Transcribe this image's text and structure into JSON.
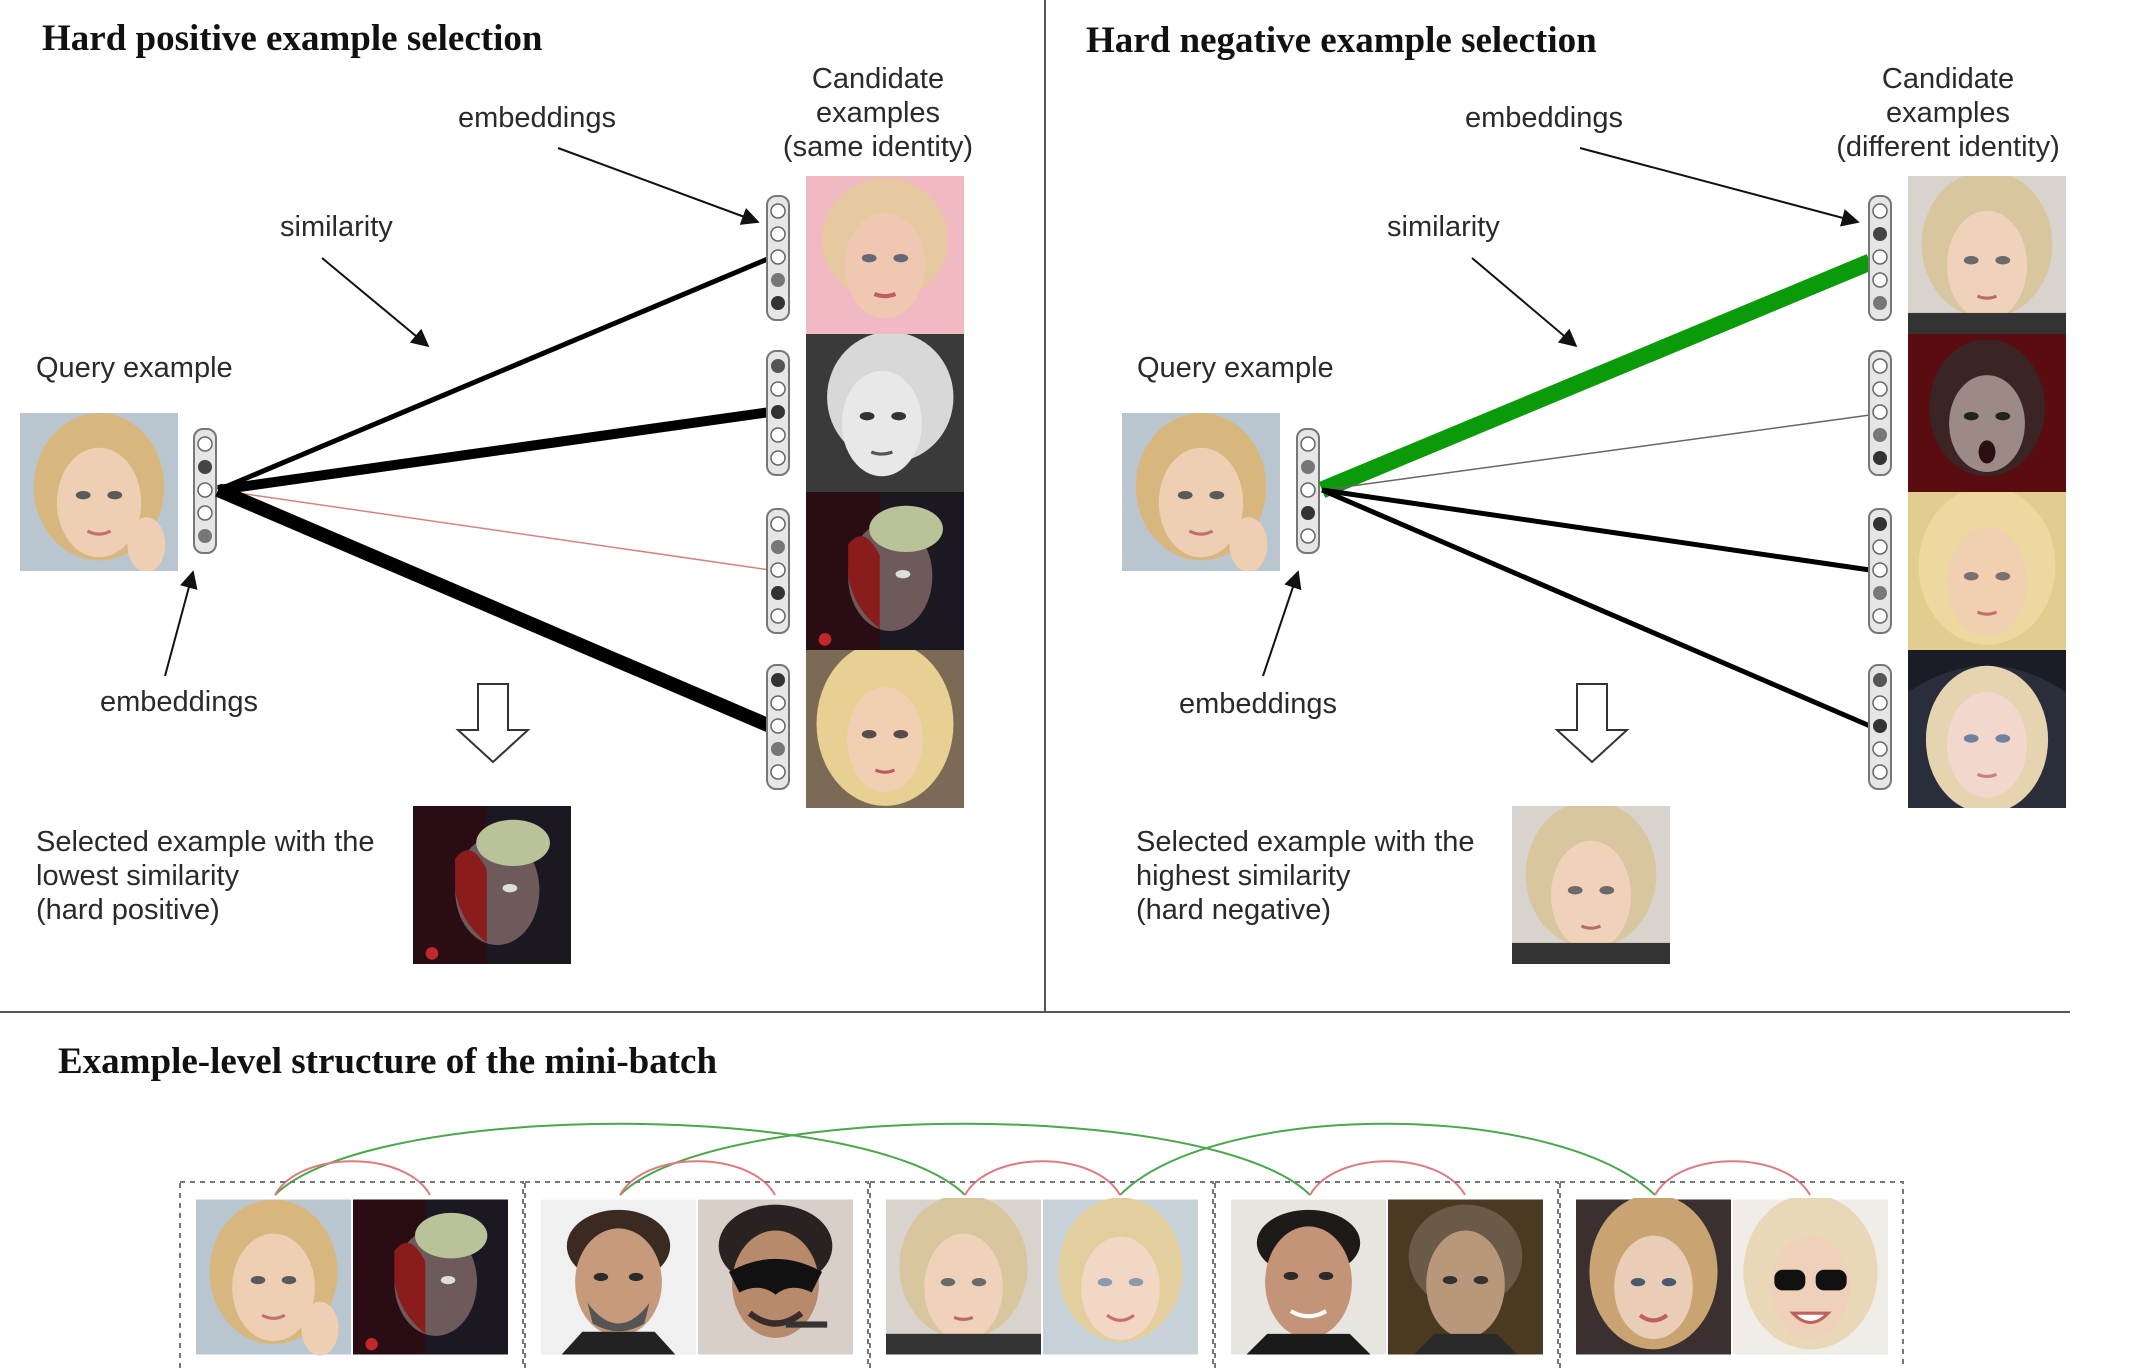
{
  "hard_positive": {
    "title": "Hard positive example selection",
    "candidate_label": [
      "Candidate",
      "examples",
      "(same identity)"
    ],
    "embeddings_top": "embeddings",
    "similarity": "similarity",
    "query_label": "Query example",
    "embeddings_bottom": "embeddings",
    "selected_label": [
      "Selected example with the",
      "lowest  similarity",
      "(hard positive)"
    ],
    "line_weights": [
      "medium",
      "thick",
      "thin",
      "very-thick"
    ],
    "highlight_color": "#d98080"
  },
  "hard_negative": {
    "title": "Hard negative example selection",
    "candidate_label": [
      "Candidate",
      "examples",
      "(different identity)"
    ],
    "embeddings_top": "embeddings",
    "similarity": "similarity",
    "query_label": "Query example",
    "embeddings_bottom": "embeddings",
    "selected_label": [
      "Selected example with the",
      "highest similarity",
      "(hard negative)"
    ],
    "line_weights": [
      "very-thick",
      "thin",
      "medium",
      "medium"
    ],
    "highlight_color": "#0a9a0a"
  },
  "mini_batch": {
    "title": "Example-level structure of the mini-batch",
    "groups": 5,
    "positive_arc_color": "#e07a80",
    "negative_arc_color": "#4aa84a"
  }
}
